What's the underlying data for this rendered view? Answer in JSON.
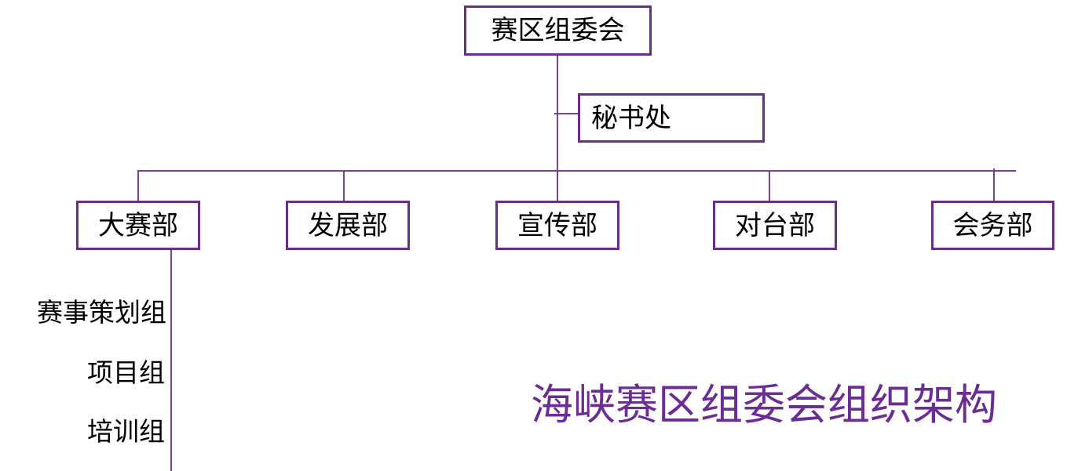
{
  "top": {
    "label": "赛区组委会"
  },
  "secretariat": {
    "label": "秘书处"
  },
  "departments": [
    {
      "label": "大赛部"
    },
    {
      "label": "发展部"
    },
    {
      "label": "宣传部"
    },
    {
      "label": "对台部"
    },
    {
      "label": "会务部"
    }
  ],
  "sub_groups": [
    {
      "label": "赛事策划组"
    },
    {
      "label": "项目组"
    },
    {
      "label": "培训组"
    }
  ],
  "title": "海峡赛区组委会组织架构",
  "colors": {
    "line": "#7a3f97",
    "box_border": "#6a2d8a",
    "title": "#6b2d95"
  }
}
